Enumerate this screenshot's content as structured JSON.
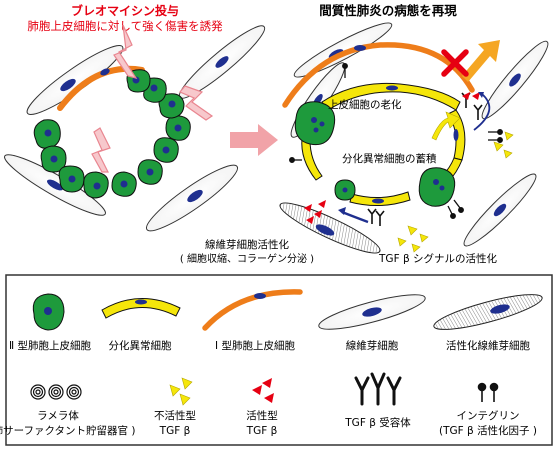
{
  "left_panel": {
    "title": "ブレオマイシン投与",
    "subtitle": "肺胞上皮細胞に対して強く傷害を誘発"
  },
  "right_panel": {
    "title": "間質性肺炎の病態を再現",
    "label_aging": "上皮細胞の老化",
    "label_accumulation": "分化異常細胞の蓄積",
    "label_fibroblast_line1": "線維芽細胞活性化",
    "label_fibroblast_line2": "( 細胞収縮、コラーゲン分泌 )",
    "label_tgfb_activation": "TGF β シグナルの活性化"
  },
  "legend": {
    "type2_epithelial": "Ⅱ 型肺胞上皮細胞",
    "abnormal_diff": "分化異常細胞",
    "type1_epithelial": "Ⅰ 型肺胞上皮細胞",
    "fibroblast": "線維芽細胞",
    "activated_fibroblast": "活性化線維芽細胞",
    "lamellar_line1": "ラメラ体",
    "lamellar_line2": "(肺サーファクタント貯留器官 )",
    "inactive_tgfb_line1": "不活性型",
    "inactive_tgfb_line2": "TGF β",
    "active_tgfb_line1": "活性型",
    "active_tgfb_line2": "TGF β",
    "tgfb_receptor": "TGF β 受容体",
    "integrin_line1": "インテグリン",
    "integrin_line2": "(TGF β 活性化因子 )"
  },
  "colors": {
    "title_red": "#e60012",
    "green_cell": "#1e9a3c",
    "nucleus_blue": "#1f2f8f",
    "orange_cell": "#ee7d1a",
    "yellow_cell": "#f5e60a",
    "red_arrow": "#e9868e",
    "red_triangle": "#e60012",
    "receptor_black": "#222222"
  }
}
